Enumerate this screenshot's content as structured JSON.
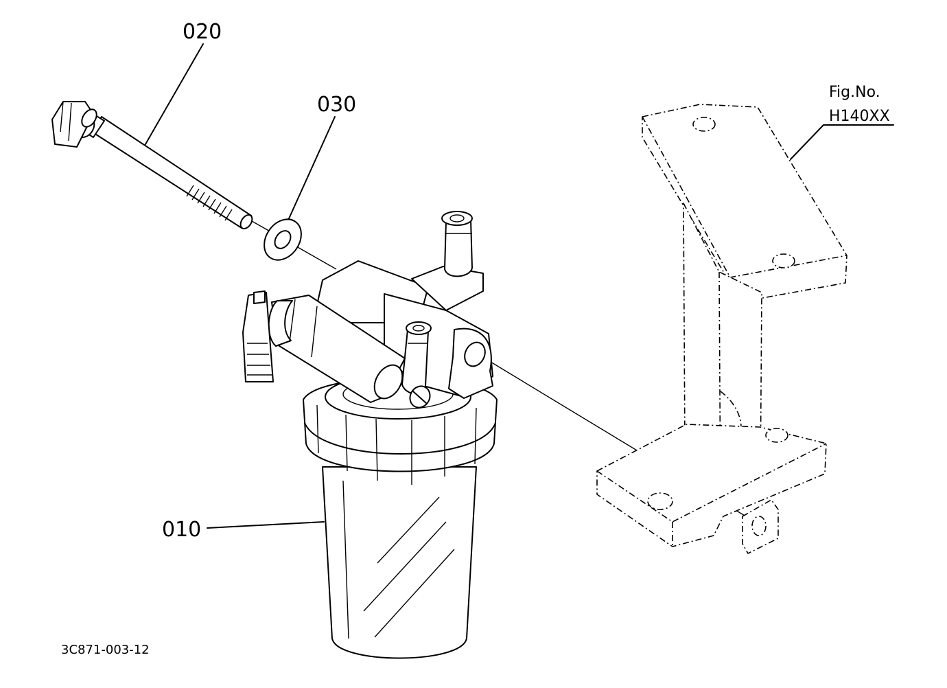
{
  "callouts": {
    "part_010": "010",
    "part_020": "020",
    "part_030": "030"
  },
  "figure_ref": {
    "line1": "Fig.No.",
    "line2": "H140XX"
  },
  "drawing_code": "3C871-003-12"
}
